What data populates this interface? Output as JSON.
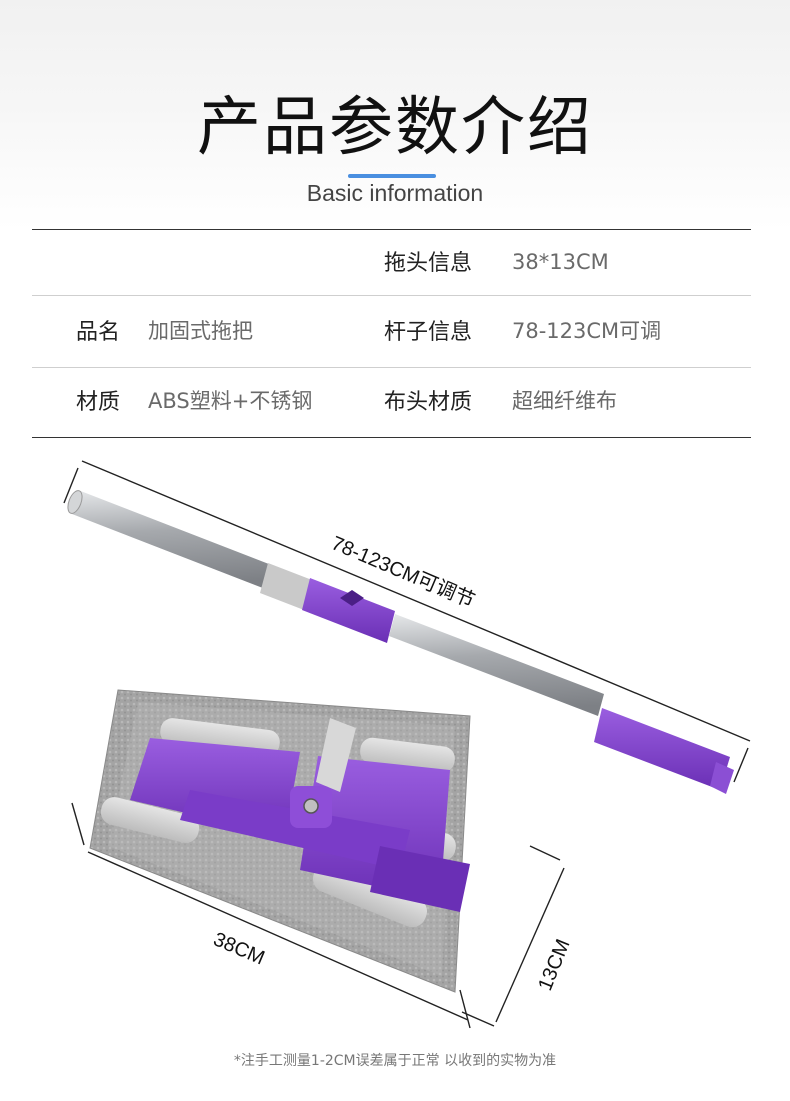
{
  "header": {
    "title": "产品参数介绍",
    "subtitle": "Basic information"
  },
  "specs": {
    "row1": {
      "right_label": "拖头信息",
      "right_value": "38*13CM"
    },
    "row2": {
      "left_label": "品名",
      "left_value": "加固式拖把",
      "right_label": "杆子信息",
      "right_value": "78-123CM可调"
    },
    "row3": {
      "left_label": "材质",
      "left_value": "ABS塑料+不锈钢",
      "right_label": "布头材质",
      "right_value": "超细纤维布"
    }
  },
  "dimensions": {
    "handle": "78-123CM可调节",
    "width": "38CM",
    "depth": "13CM"
  },
  "colors": {
    "accent": "#4a8fe0",
    "purple": "#7b3fc7",
    "steel": "#b9bcc0",
    "microfiber": "#a8a8a8"
  },
  "footnote": "*注手工测量1-2CM误差属于正常 以收到的实物为准"
}
